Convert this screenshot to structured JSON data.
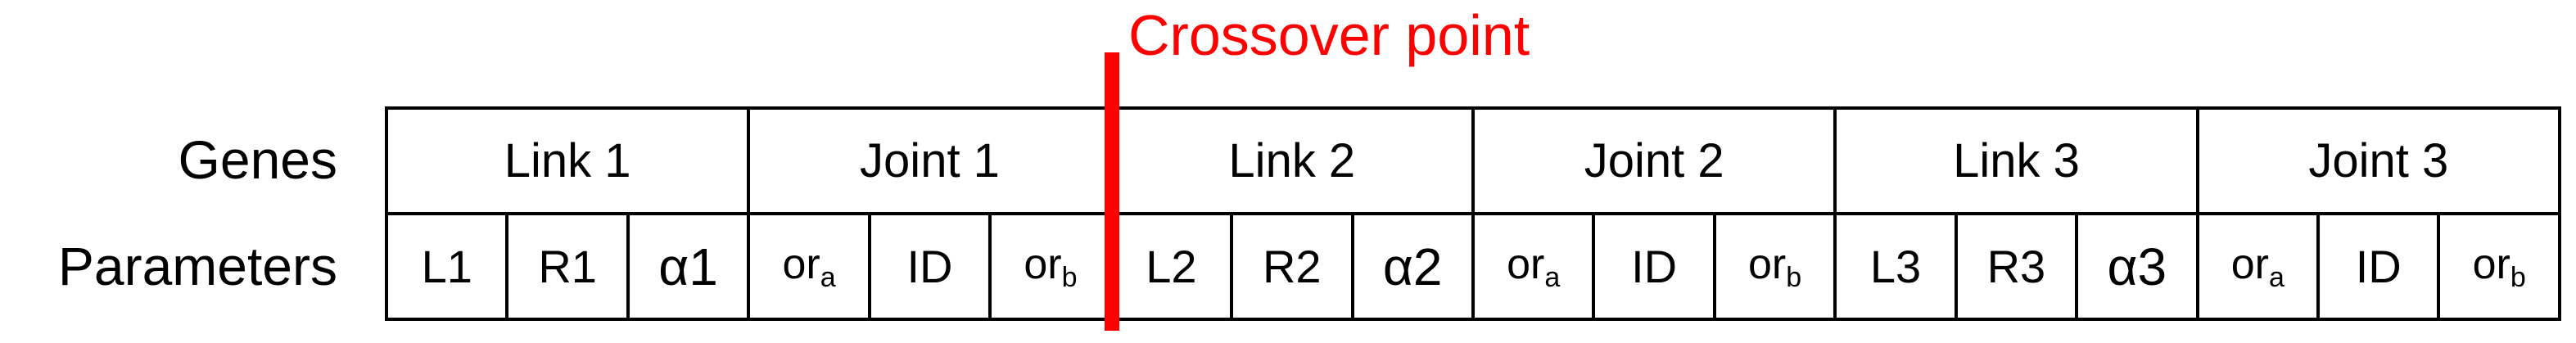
{
  "crossover": {
    "label": "Crossover point",
    "color": "#ff0000"
  },
  "rows": {
    "genes_label": "Genes",
    "parameters_label": "Parameters"
  },
  "genes": [
    "Link 1",
    "Joint 1",
    "Link 2",
    "Joint 2",
    "Link 3",
    "Joint 3"
  ],
  "parameters": [
    {
      "text": "L1",
      "kind": "plain"
    },
    {
      "text": "R1",
      "kind": "plain"
    },
    {
      "text": "α1",
      "kind": "greek"
    },
    {
      "base": "or",
      "sub": "a",
      "kind": "sub"
    },
    {
      "text": "ID",
      "kind": "plain"
    },
    {
      "base": "or",
      "sub": "b",
      "kind": "sub"
    },
    {
      "text": "L2",
      "kind": "plain"
    },
    {
      "text": "R2",
      "kind": "plain"
    },
    {
      "text": "α2",
      "kind": "greek"
    },
    {
      "base": "or",
      "sub": "a",
      "kind": "sub"
    },
    {
      "text": "ID",
      "kind": "plain"
    },
    {
      "base": "or",
      "sub": "b",
      "kind": "sub"
    },
    {
      "text": "L3",
      "kind": "plain"
    },
    {
      "text": "R3",
      "kind": "plain"
    },
    {
      "text": "α3",
      "kind": "greek"
    },
    {
      "base": "or",
      "sub": "a",
      "kind": "sub"
    },
    {
      "text": "ID",
      "kind": "plain"
    },
    {
      "base": "or",
      "sub": "b",
      "kind": "sub"
    }
  ]
}
